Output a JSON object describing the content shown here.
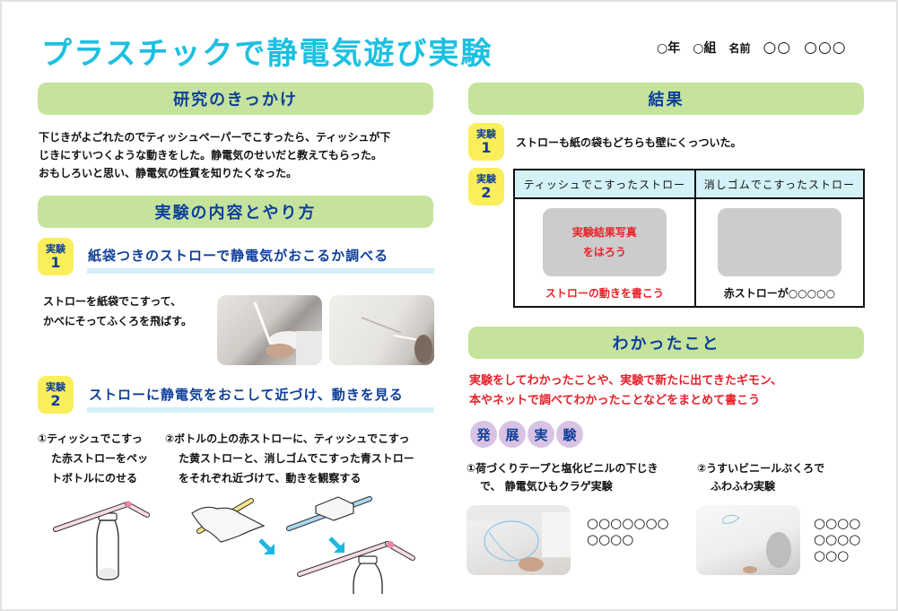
{
  "header": {
    "title": "プラスチックで静電気遊び実験",
    "grade": "○年",
    "class": "○組",
    "name_label": "名前",
    "name_value_1": "○○",
    "name_value_2": "○○○"
  },
  "sections": {
    "motivation": {
      "heading": "研究のきっかけ",
      "lines": [
        "下じきがよごれたのでティッシュペーパーでこすったら、ティッシュが下",
        "じきにすいつくような動きをした。静電気のせいだと教えてもらった。",
        "おもしろいと思い、静電気の性質を知りたくなった。"
      ]
    },
    "method": {
      "heading": "実験の内容とやり方",
      "experiment1": {
        "badge_top": "実験",
        "badge_num": "1",
        "title": "紙袋つきのストローで静電気がおこるか調べる",
        "desc_lines": [
          "ストローを紙袋でこすって、",
          "かべにそってふくろを飛ばす。"
        ],
        "photos": [
          "straw-with-bag-photo",
          "bag-flying-photo"
        ]
      },
      "experiment2": {
        "badge_top": "実験",
        "badge_num": "2",
        "title": "ストローに静電気をおこして近づけ、動きを見る",
        "step1_lines": [
          "①ティッシュでこすっ",
          "た赤ストローをペッ",
          "トボトルにのせる"
        ],
        "step2_lines": [
          "②ボトルの上の赤ストローに、ティッシュでこすっ",
          "た黄ストローと、消しゴムでこすった青ストロー",
          "をそれぞれ近づけて、動きを観察する"
        ]
      }
    },
    "results": {
      "heading": "結果",
      "experiment1": {
        "badge_top": "実験",
        "badge_num": "1",
        "text": "ストローも紙の袋もどちらも壁にくっついた。"
      },
      "experiment2": {
        "badge_top": "実験",
        "badge_num": "2",
        "table": {
          "headers": [
            "ティッシュでこすったストロー",
            "消しゴムでこすったストロー"
          ],
          "photo_placeholder_lines": [
            "実験結果写真",
            "をはろう"
          ],
          "captions": [
            "ストローの動きを書こう",
            "赤ストローが○○○○○"
          ]
        }
      }
    },
    "findings": {
      "heading": "わかったこと",
      "lines": [
        "実験をしてわかったことや、実験で新たに出てきたギモン、",
        "本やネットで調べてわかったことなどをまとめて書こう"
      ]
    },
    "advanced": {
      "label_chars": [
        "発",
        "展",
        "実",
        "験"
      ],
      "item1_lines": [
        "①荷づくりテープと塩化ビニルの下じき",
        "で、 静電気ひもクラゲ実験"
      ],
      "item1_note_lines": [
        "○○○○○○○",
        "○○○○"
      ],
      "item2_lines": [
        "②うすいビニールぶくろで",
        "ふわふわ実験"
      ],
      "item2_note_lines": [
        "○○○○",
        "○○○○",
        "○○○"
      ]
    }
  },
  "colors": {
    "title": "#1cc0e0",
    "section_bar": "#c5e39c",
    "heading_text": "#0e3f9a",
    "badge": "#fbee5b",
    "underline": "#d3f1f6",
    "accent_red": "#e8212a",
    "dev_circle": "#d8c3e4",
    "arrow": "#1cb8e0"
  }
}
